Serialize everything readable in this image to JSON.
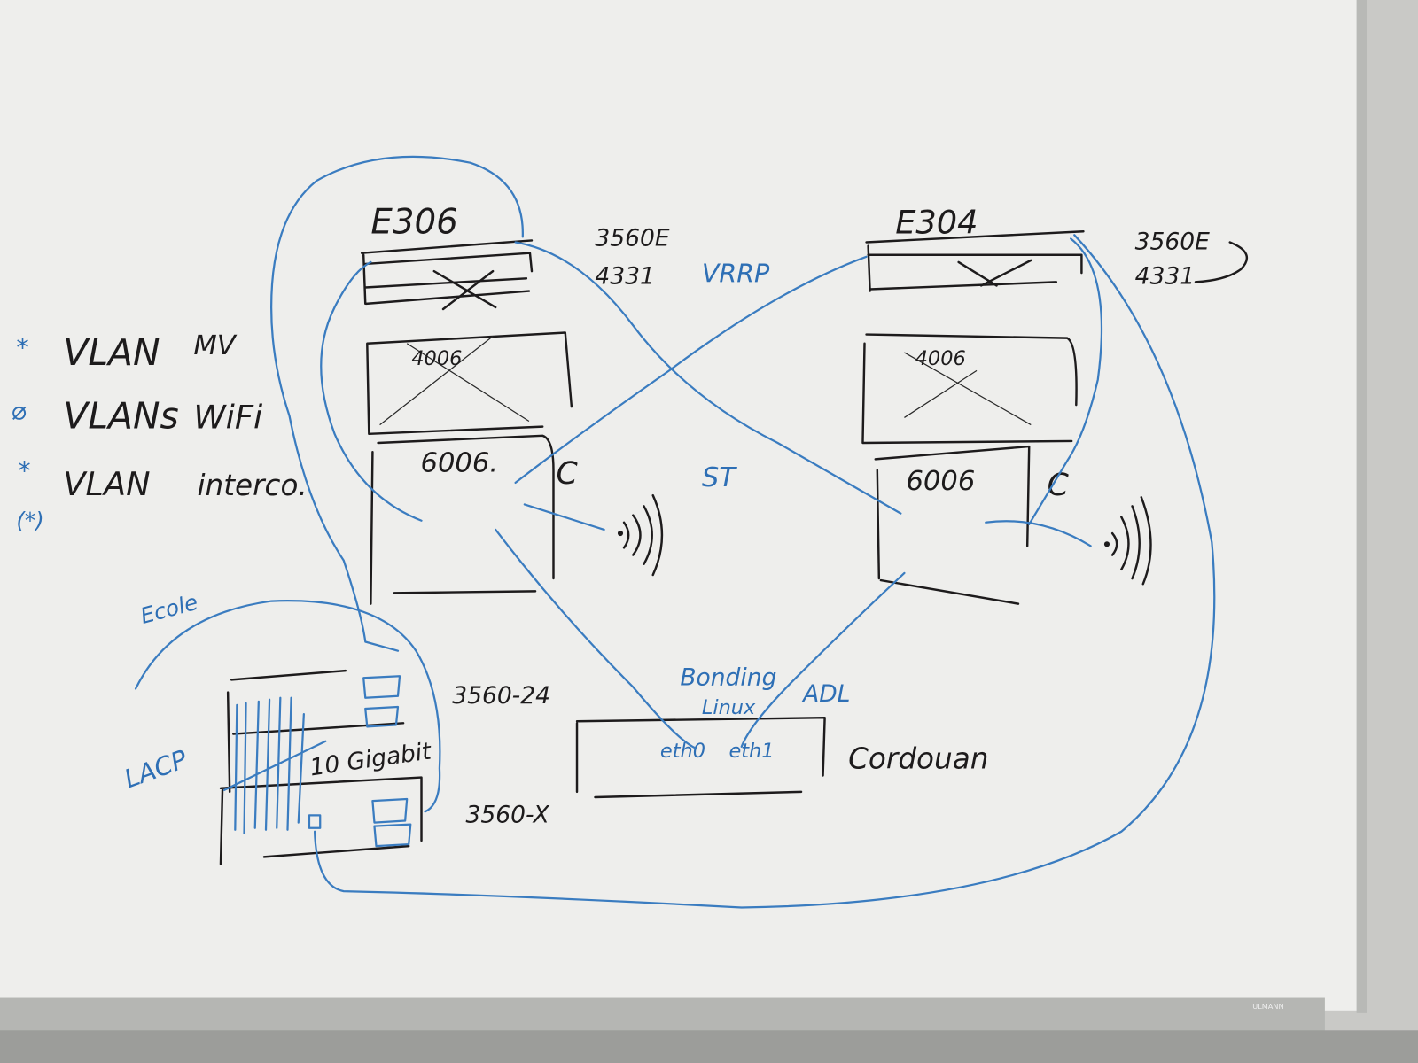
{
  "colors": {
    "board": "#eeeeec",
    "black_marker": "#1d1b1c",
    "blue_marker": "#3a7cc0",
    "tray": "#b5b6b3"
  },
  "legend": [
    {
      "symbol": "*",
      "vlan": "VLAN",
      "name": "MV"
    },
    {
      "symbol": "⌀",
      "vlan": "VLANs",
      "name": "WiFi"
    },
    {
      "symbol": "*",
      "vlan": "VLAN",
      "name": "interco."
    },
    {
      "symbol": "(*)",
      "vlan": "",
      "name": ""
    }
  ],
  "left_site": {
    "room": "E306",
    "switch_model": "3560E",
    "switch_port": "4331",
    "crossed_device": "4006",
    "device": "6006.",
    "c_label": "C"
  },
  "right_site": {
    "room": "E304",
    "switch_model": "3560E",
    "switch_port": "4331",
    "crossed_device": "4006",
    "device": "6006",
    "c_label": "C"
  },
  "protocols": {
    "vrrp": "VRRP",
    "st": "ST"
  },
  "bottom_left": {
    "ecole": "Ecole",
    "lacp": "LACP",
    "switch_top": "3560-24",
    "link": "10 Gigabit",
    "switch_bottom": "3560-X"
  },
  "server": {
    "bonding": "Bonding",
    "linux": "Linux",
    "adl": "ADL",
    "eth0": "eth0",
    "eth1": "eth1",
    "name": "Cordouan"
  },
  "brand": "ULMANN"
}
